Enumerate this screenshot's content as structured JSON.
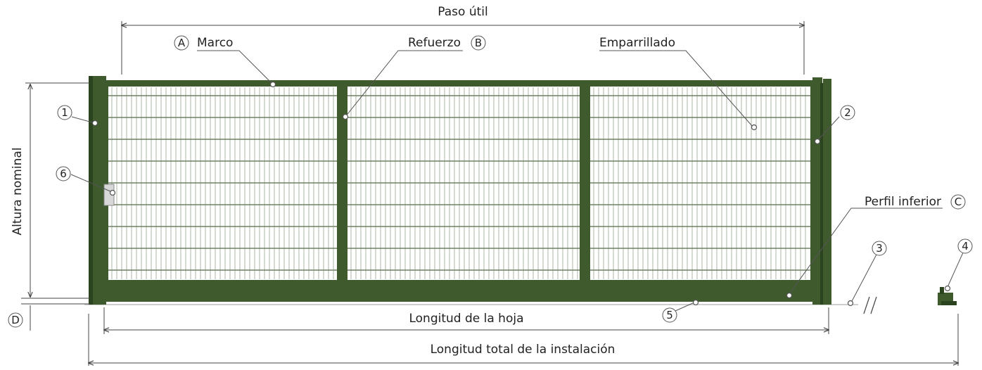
{
  "colors": {
    "frame": "#3f5a2c",
    "frame_dark": "#2c4320",
    "mesh": "#b9c3b4",
    "line": "#444444",
    "text": "#222222"
  },
  "labels": {
    "paso_util": "Paso útil",
    "marco": "Marco",
    "refuerzo": "Refuerzo",
    "emparrillado": "Emparrillado",
    "altura_nominal": "Altura nominal",
    "perfil_inferior": "Perfil inferior",
    "longitud_hoja": "Longitud de la hoja",
    "longitud_total": "Longitud total de la instalación"
  },
  "callouts": {
    "A": "A",
    "B": "B",
    "C": "C",
    "D": "D",
    "n1": "1",
    "n2": "2",
    "n3": "3",
    "n4": "4",
    "n5": "5",
    "n6": "6"
  }
}
